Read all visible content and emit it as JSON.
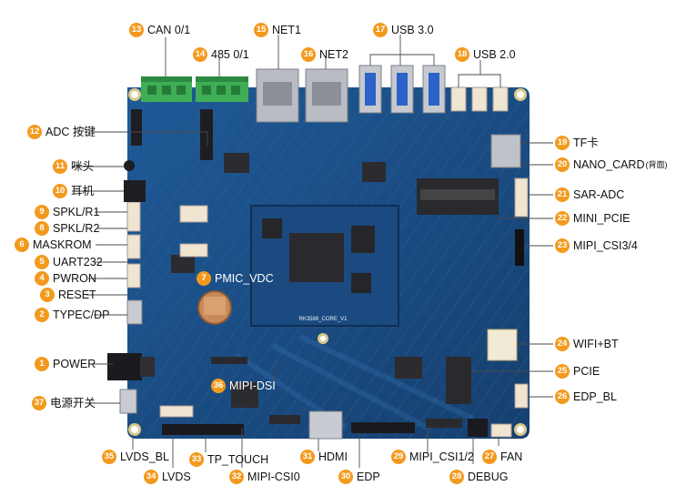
{
  "colors": {
    "badge": "#f39a1e",
    "board": "#1b4d86",
    "board_dark": "#12365f",
    "silk": "#e8eef5",
    "leader": "#4a4a4a"
  },
  "labels": [
    {
      "n": "1",
      "text": "POWER"
    },
    {
      "n": "2",
      "text": "TYPEC/DP"
    },
    {
      "n": "3",
      "text": "RESET"
    },
    {
      "n": "4",
      "text": "PWRON"
    },
    {
      "n": "5",
      "text": "UART232"
    },
    {
      "n": "6",
      "text": "MASKROM"
    },
    {
      "n": "7",
      "text": "PMIC_VDC"
    },
    {
      "n": "8",
      "text": "SPKL/R2"
    },
    {
      "n": "9",
      "text": "SPKL/R1"
    },
    {
      "n": "10",
      "text": "耳机"
    },
    {
      "n": "11",
      "text": "咪头"
    },
    {
      "n": "12",
      "text": "ADC 按键"
    },
    {
      "n": "13",
      "text": "CAN 0/1"
    },
    {
      "n": "14",
      "text": "485 0/1"
    },
    {
      "n": "15",
      "text": "NET1"
    },
    {
      "n": "16",
      "text": "NET2"
    },
    {
      "n": "17",
      "text": "USB 3.0"
    },
    {
      "n": "18",
      "text": "USB 2.0"
    },
    {
      "n": "19",
      "text": "TF卡"
    },
    {
      "n": "20",
      "text": "NANO_CARD",
      "suffix": "(背面)"
    },
    {
      "n": "21",
      "text": "SAR-ADC"
    },
    {
      "n": "22",
      "text": "MINI_PCIE"
    },
    {
      "n": "23",
      "text": "MIPI_CSI3/4"
    },
    {
      "n": "24",
      "text": "WIFI+BT"
    },
    {
      "n": "25",
      "text": "PCIE"
    },
    {
      "n": "26",
      "text": "EDP_BL"
    },
    {
      "n": "27",
      "text": "FAN"
    },
    {
      "n": "28",
      "text": "DEBUG"
    },
    {
      "n": "29",
      "text": "MIPI_CSI1/2"
    },
    {
      "n": "30",
      "text": "EDP"
    },
    {
      "n": "31",
      "text": "HDMI"
    },
    {
      "n": "32",
      "text": "MIPI-CSI0"
    },
    {
      "n": "33",
      "text": "TP_TOUCH"
    },
    {
      "n": "34",
      "text": "LVDS"
    },
    {
      "n": "35",
      "text": "LVDS_BL"
    },
    {
      "n": "36",
      "text": "MIPI-DSI"
    },
    {
      "n": "37",
      "text": "电源开关"
    }
  ],
  "board_silk": {
    "module": "RK3588_CORE_V1"
  }
}
